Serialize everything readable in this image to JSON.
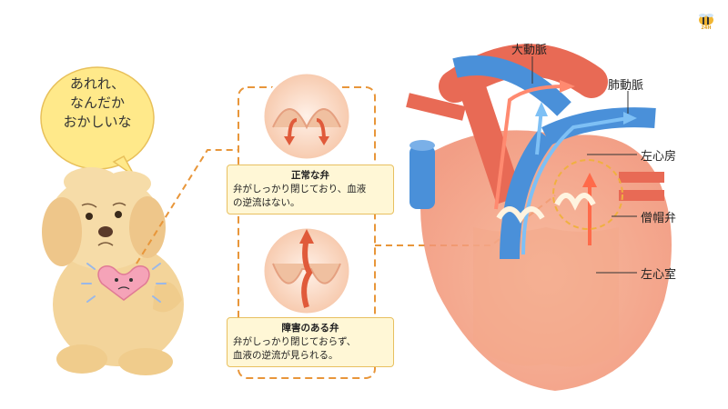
{
  "bubble": {
    "lines": [
      "あれれ、",
      "なんだか",
      "おかしいな"
    ]
  },
  "normal_valve": {
    "title": "正常な弁",
    "body_line1": "弁がしっかり閉じており、血液",
    "body_line2": "の逆流はない。"
  },
  "damaged_valve": {
    "title": "障害のある弁",
    "body_line1": "弁がしっかり閉じておらず、",
    "body_line2": "血液の逆流が見られる。"
  },
  "heart_labels": {
    "aorta": "大動脈",
    "pulmonary_artery": "肺動脈",
    "left_atrium": "左心房",
    "mitral_valve": "僧帽弁",
    "left_ventricle": "左心室"
  },
  "logo": {
    "text": "24H"
  },
  "colors": {
    "accent_orange": "#e8963a",
    "caption_bg": "#fff7d6",
    "artery_red": "#e86a55",
    "vein_blue": "#4a90d9",
    "dog_fur": "#f3d49a",
    "bubble_yellow": "#ffe98a"
  }
}
